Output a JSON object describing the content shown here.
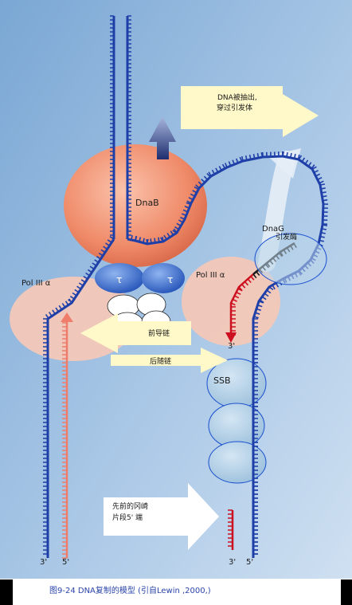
{
  "labels": {
    "dnab": "DnaB",
    "dnag": "DnaG",
    "primase": "引发酶",
    "pol_left": "Pol III α",
    "pol_right": "Pol III α",
    "tau_left": "τ",
    "tau_right": "τ",
    "leading": "前导链",
    "lagging": "后随链",
    "ssb": "SSB",
    "extruded_line1": "DNA被抽出,",
    "extruded_line2": "穿过引发体",
    "okazaki_line1": "先前的冈崎",
    "okazaki_line2": "片段5' 端",
    "end_3_left": "3'",
    "end_5_left": "5'",
    "end_3_mid": "3'",
    "end_3_right": "3'",
    "end_5_right": "5'"
  },
  "caption": "图9-24 DNA复制的模型 (引自Lewin ,2000,)",
  "colors": {
    "template_blue": "#1f3fa8",
    "new_strand_pink": "#ee7d6c",
    "primer_red": "#cc1020",
    "primer_black": "#1a1a1a",
    "dnab_sphere": "#f08a6c",
    "pol_body": "#f2c6b6",
    "background": "#8fb5dc",
    "arrow_fill": "#fff7c2"
  }
}
